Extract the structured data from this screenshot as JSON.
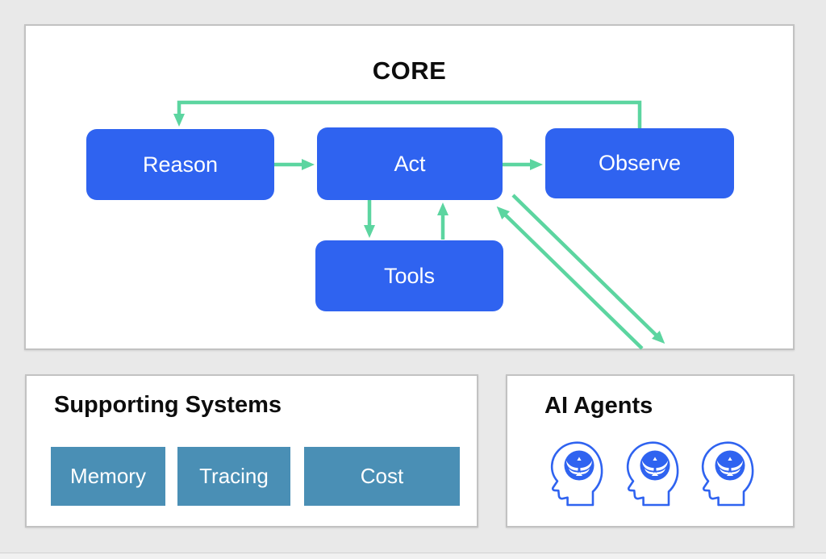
{
  "core": {
    "title": "CORE",
    "nodes": [
      {
        "id": "reason",
        "label": "Reason"
      },
      {
        "id": "act",
        "label": "Act"
      },
      {
        "id": "observe",
        "label": "Observe"
      },
      {
        "id": "tools",
        "label": "Tools"
      }
    ],
    "edges": [
      {
        "from": "Reason",
        "to": "Act"
      },
      {
        "from": "Act",
        "to": "Observe"
      },
      {
        "from": "Observe",
        "to": "Reason"
      },
      {
        "from": "Act",
        "to": "Tools"
      },
      {
        "from": "Tools",
        "to": "Act"
      },
      {
        "from": "Act",
        "to": "AI Agents"
      },
      {
        "from": "AI Agents",
        "to": "Act"
      }
    ]
  },
  "supporting_systems": {
    "title": "Supporting Systems",
    "items": [
      "Memory",
      "Tracing",
      "Cost"
    ]
  },
  "ai_agents": {
    "title": "AI Agents",
    "agent_count": 3,
    "icon": "head-profile-with-winged-emblem-icon"
  },
  "colors": {
    "node_blue": "#2f63f0",
    "arrow_green": "#5cd5a0",
    "support_teal": "#4a8fb5",
    "panel_border": "#c2c2c2",
    "background": "#e9e9e9",
    "node_text": "#ffffff",
    "title_text": "#0d0d0d"
  }
}
